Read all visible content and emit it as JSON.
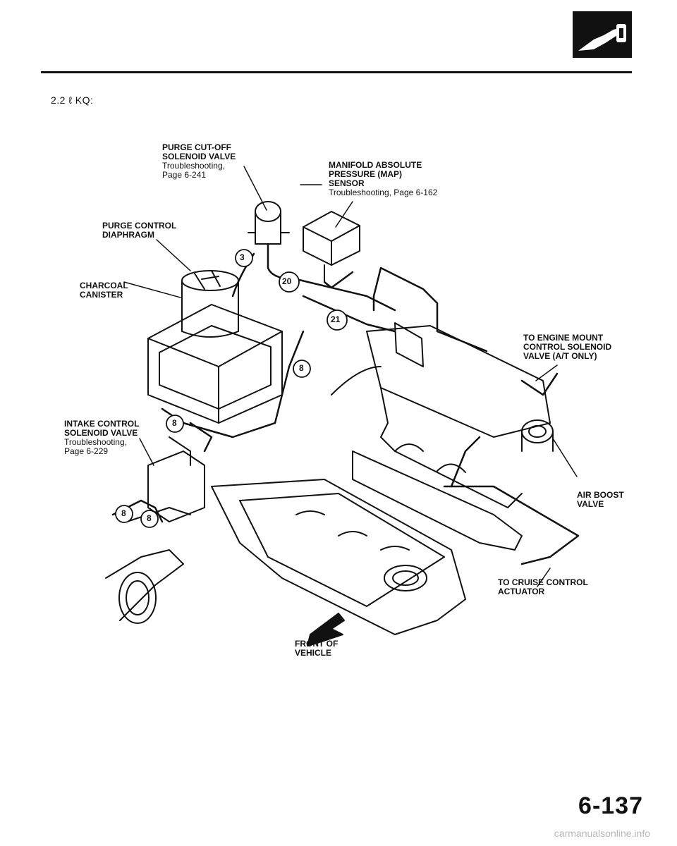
{
  "header": {
    "section_label": "2.2 ℓ KQ:",
    "icon": "fuel-pump-icon"
  },
  "callouts": {
    "purge_cutoff": {
      "title_line1": "PURGE CUT-OFF",
      "title_line2": "SOLENOID VALVE",
      "ref1": "Troubleshooting,",
      "ref2": "Page 6-241"
    },
    "map_sensor": {
      "title_line1": "MANIFOLD ABSOLUTE",
      "title_line2": "PRESSURE (MAP)",
      "title_line3": "SENSOR",
      "ref": "Troubleshooting, Page 6-162"
    },
    "purge_control": {
      "title_line1": "PURGE CONTROL",
      "title_line2": "DIAPHRAGM"
    },
    "charcoal": {
      "title_line1": "CHARCOAL",
      "title_line2": "CANISTER"
    },
    "engine_mount": {
      "title_line1": "TO ENGINE MOUNT",
      "title_line2": "CONTROL SOLENOID",
      "title_line3": "VALVE (A/T ONLY)"
    },
    "intake_control": {
      "title_line1": "INTAKE CONTROL",
      "title_line2": "SOLENOID VALVE",
      "ref1": "Troubleshooting,",
      "ref2": "Page 6-229"
    },
    "air_boost": {
      "title_line1": "AIR BOOST",
      "title_line2": "VALVE"
    },
    "cruise": {
      "title_line1": "TO CRUISE CONTROL",
      "title_line2": "ACTUATOR"
    },
    "front": {
      "title_line1": "FRONT OF",
      "title_line2": "VEHICLE"
    }
  },
  "hose_numbers": {
    "h3": "3",
    "h20": "20",
    "h21": "21",
    "h8_a": "8",
    "h8_b": "8",
    "h8_c": "8",
    "h8_d": "8"
  },
  "footer": {
    "page_number": "6-137",
    "watermark": "carmanualsonline.info"
  }
}
